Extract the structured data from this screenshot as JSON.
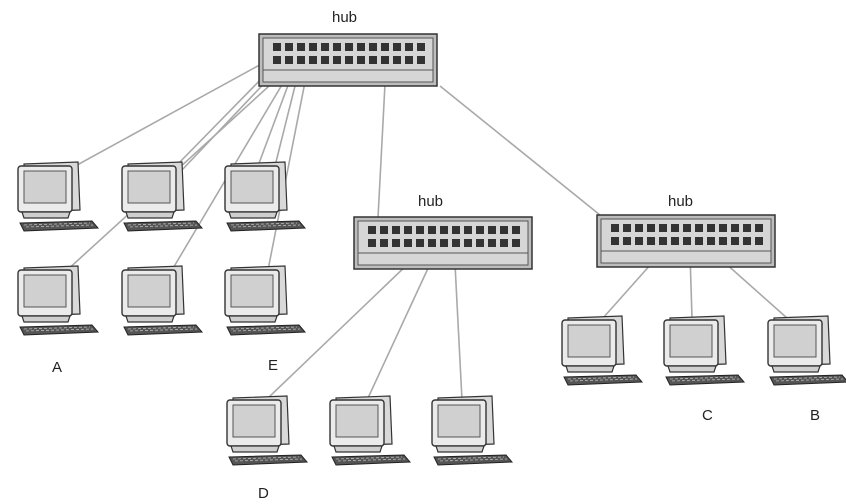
{
  "hubs": [
    {
      "id": "top",
      "label": "hub"
    },
    {
      "id": "mid",
      "label": "hub"
    },
    {
      "id": "right",
      "label": "hub"
    }
  ],
  "computer_labels": [
    "A",
    "E",
    "D",
    "C",
    "B"
  ]
}
